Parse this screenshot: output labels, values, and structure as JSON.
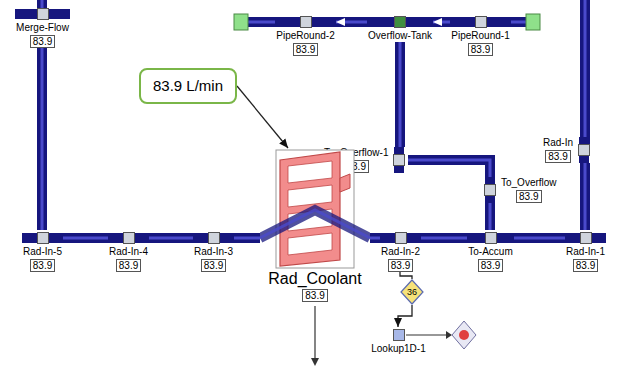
{
  "diagram": {
    "nodes": [
      {
        "text": [
          "Merge-Flow",
          "83.9"
        ]
      },
      {
        "text": [
          "PipeRound-2",
          "83.9"
        ]
      },
      {
        "text": [
          "Overflow-Tank"
        ]
      },
      {
        "text": [
          "PipeRound-1",
          "83.9"
        ]
      },
      {
        "text": [
          "Rad-In",
          "83.9"
        ]
      },
      {
        "text": [
          "83.9 L/min"
        ]
      },
      {
        "text": [
          "To_Overflow-1",
          "83.9"
        ]
      },
      {
        "text": [
          "To_Overflow",
          "83.9"
        ]
      },
      {
        "text": [
          "Rad-In-5",
          "83.9"
        ]
      },
      {
        "text": [
          "Rad-In-4",
          "83.9"
        ]
      },
      {
        "text": [
          "Rad-In-3",
          "83.9"
        ]
      },
      {
        "text": [
          "Rad-In-2",
          "83.9"
        ]
      },
      {
        "text": [
          "To-Accum",
          "83.9"
        ]
      },
      {
        "text": [
          "Rad-In-1",
          "83.9"
        ]
      },
      {
        "text": [
          "Rad_Coolant",
          "83.9"
        ]
      },
      {
        "text": [
          "36"
        ]
      },
      {
        "text": [
          "Lookup1D-1"
        ]
      }
    ],
    "edges": [
      {
        "from": 3,
        "to": 2,
        "arrow": "to"
      },
      {
        "from": 2,
        "to": 1,
        "arrow": "to"
      },
      {
        "from": 2,
        "to": 6,
        "arrow": "none"
      },
      {
        "from": 6,
        "to": 7,
        "arrow": "none"
      },
      {
        "from": 7,
        "to": 12,
        "arrow": "none"
      },
      {
        "from": 12,
        "to": 13,
        "arrow": "none"
      },
      {
        "from": 13,
        "to": 4,
        "arrow": "none"
      },
      {
        "from": 12,
        "to": 11,
        "arrow": "none"
      },
      {
        "from": 11,
        "to": 14,
        "arrow": "none"
      },
      {
        "from": 14,
        "to": 10,
        "arrow": "none"
      },
      {
        "from": 10,
        "to": 9,
        "arrow": "none"
      },
      {
        "from": 9,
        "to": 8,
        "arrow": "none"
      },
      {
        "from": 8,
        "to": 0,
        "arrow": "none"
      },
      {
        "from": 5,
        "to": 14,
        "arrow": "to"
      },
      {
        "from": 11,
        "to": 15,
        "arrow": "none"
      },
      {
        "from": 15,
        "to": 16,
        "arrow": "to"
      }
    ]
  }
}
